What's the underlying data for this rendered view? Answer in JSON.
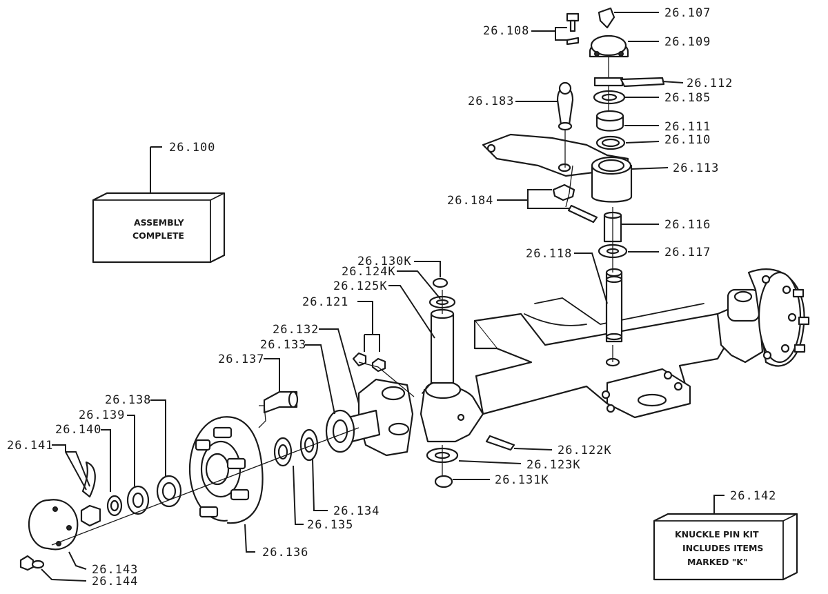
{
  "callouts": {
    "c26107": "26.107",
    "c26108": "26.108",
    "c26109": "26.109",
    "c26112": "26.112",
    "c26183": "26.183",
    "c26185": "26.185",
    "c26111": "26.111",
    "c26110": "26.110",
    "c26100": "26.100",
    "c26113": "26.113",
    "c26184": "26.184",
    "c26116": "26.116",
    "c26117": "26.117",
    "c26118": "26.118",
    "c26130K": "26.130K",
    "c26124K": "26.124K",
    "c26125K": "26.125K",
    "c26121": "26.121",
    "c26132": "26.132",
    "c26133": "26.133",
    "c26137": "26.137",
    "c26138": "26.138",
    "c26139": "26.139",
    "c26140": "26.140",
    "c26141": "26.141",
    "c26122K": "26.122K",
    "c26123K": "26.123K",
    "c26131K": "26.131K",
    "c26134": "26.134",
    "c26135": "26.135",
    "c26136": "26.136",
    "c26142": "26.142",
    "c26143": "26.143",
    "c26144": "26.144"
  },
  "assembly_box": {
    "line1": "ASSEMBLY",
    "line2": "COMPLETE"
  },
  "kit_box": {
    "line1": "KNUCKLE PIN KIT",
    "line2": "INCLUDES ITEMS",
    "line3": "MARKED \"K\""
  }
}
